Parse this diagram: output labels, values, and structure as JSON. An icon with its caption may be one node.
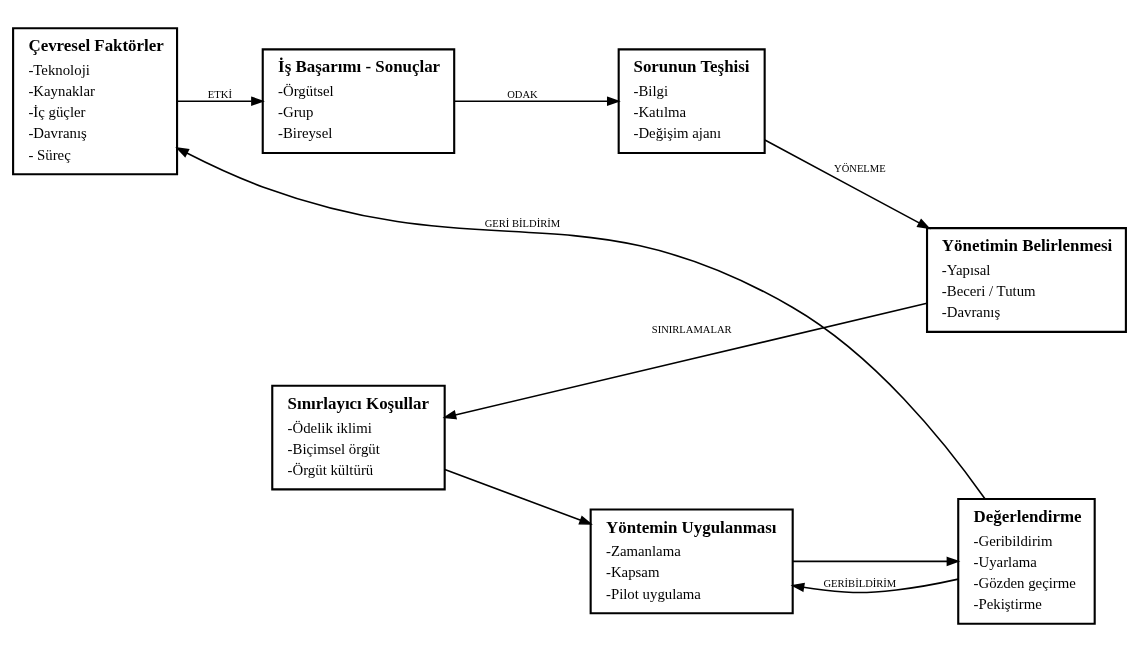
{
  "diagram": {
    "nodes": [
      {
        "text": [
          "Çevresel Faktörler",
          "-Teknoloji",
          "-Kaynaklar",
          "-İç güçler",
          "-Davranış",
          "- Süreç"
        ]
      },
      {
        "text": [
          "İş Başarımı - Sonuçlar",
          "-Örgütsel",
          "-Grup",
          "-Bireysel"
        ]
      },
      {
        "text": [
          "Sorunun Teşhisi",
          "-Bilgi",
          "-Katılma",
          "-Değişim ajanı"
        ]
      },
      {
        "text": [
          "Yönetimin Belirlenmesi",
          "-Yapısal",
          "-Beceri / Tutum",
          "-Davranış"
        ]
      },
      {
        "text": [
          "Sınırlayıcı Koşullar",
          "-Ödelik iklimi",
          "-Biçimsel örgüt",
          "-Örgüt kültürü"
        ]
      },
      {
        "text": [
          "Yöntemin Uygulanması",
          "-Zamanlama",
          "-Kapsam",
          "-Pilot uygulama"
        ]
      },
      {
        "text": [
          "Değerlendirme",
          "-Geribildirim",
          "-Uyarlama",
          "-Gözden geçirme",
          "-Pekiştirme"
        ]
      }
    ],
    "edges": [
      {
        "from": 0,
        "to": 1,
        "arrow": "to",
        "label": "ETKİ"
      },
      {
        "from": 1,
        "to": 2,
        "arrow": "to",
        "label": "ODAK"
      },
      {
        "from": 2,
        "to": 3,
        "arrow": "to",
        "label": "YÖNELME"
      },
      {
        "from": 3,
        "to": 4,
        "arrow": "to",
        "label": "SINIRLAMALAR"
      },
      {
        "from": 4,
        "to": 5,
        "arrow": "to"
      },
      {
        "from": 5,
        "to": 6,
        "arrow": "to"
      },
      {
        "from": 6,
        "to": 5,
        "arrow": "to",
        "label": "GERİBİLDİRİM"
      },
      {
        "from": 6,
        "to": 0,
        "arrow": "to",
        "label": "GERİ BİLDİRİM"
      }
    ]
  }
}
